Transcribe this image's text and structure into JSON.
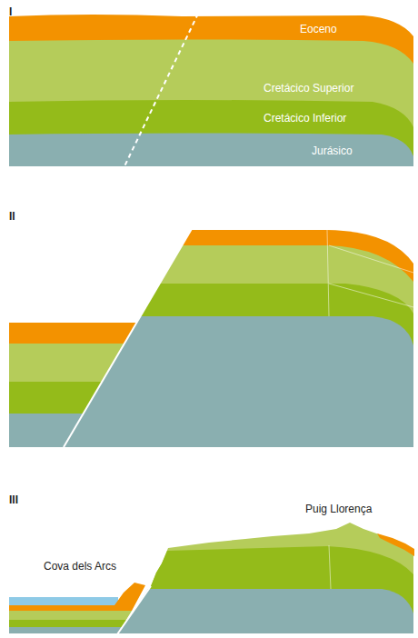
{
  "diagram": {
    "nodes": [
      {
        "text": [
          "Eoceno"
        ]
      },
      {
        "text": [
          "Cretácico Superior"
        ]
      },
      {
        "text": [
          "Cretácico Inferior"
        ]
      },
      {
        "text": [
          "Jurásico"
        ]
      }
    ],
    "labels": [
      "I",
      "II",
      "III",
      "Cova dels Arcs",
      "Puig Llorença"
    ]
  }
}
